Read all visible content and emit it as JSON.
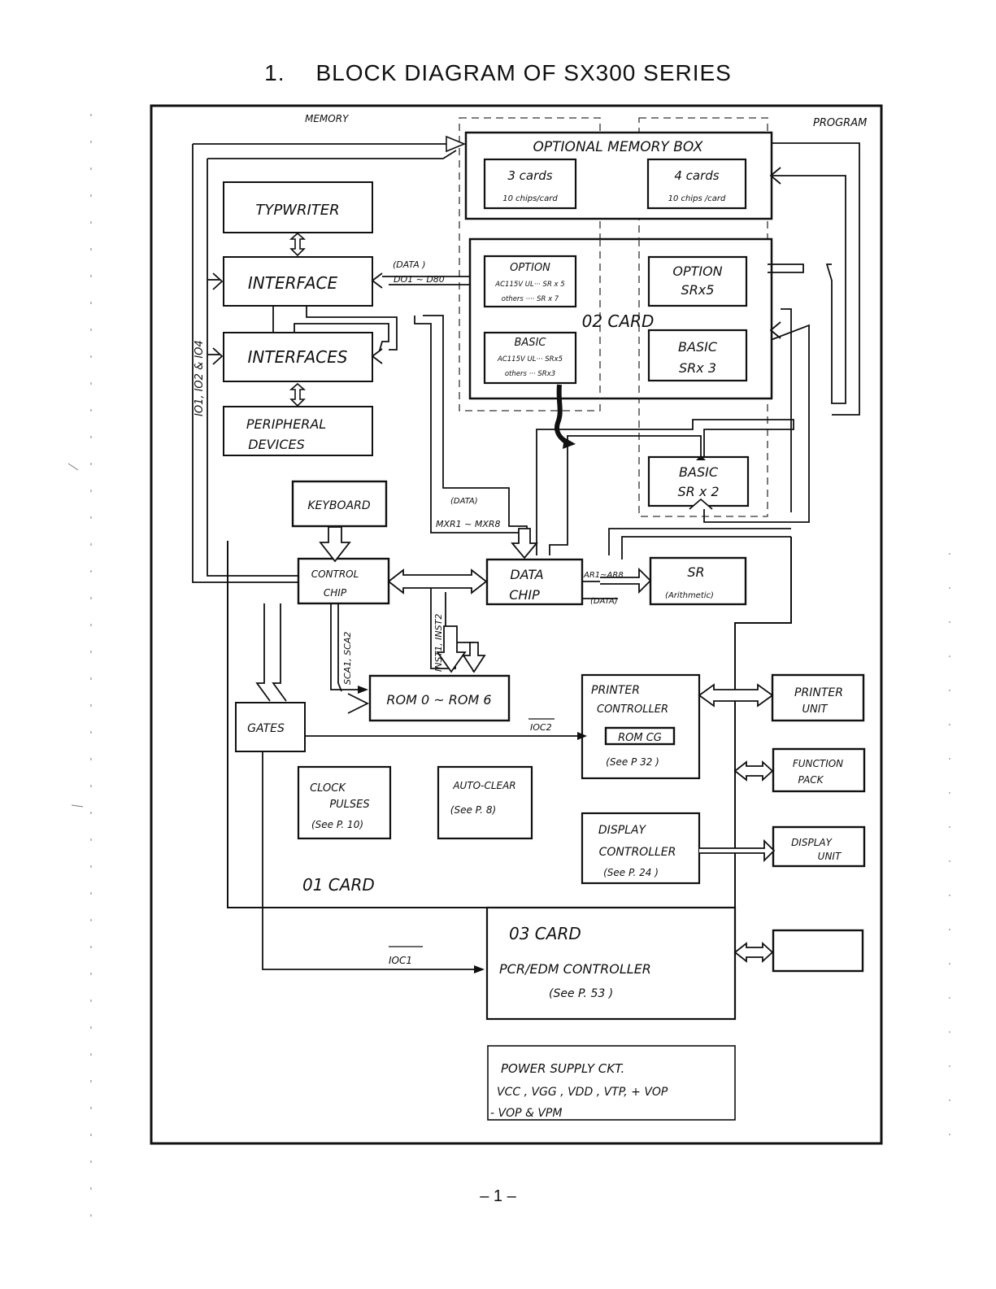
{
  "title": {
    "number": "1.",
    "text": "BLOCK DIAGRAM OF SX300 SERIES"
  },
  "top_labels": {
    "memory": "MEMORY",
    "program": "PROGRAM"
  },
  "optional_memory_box": {
    "title": "OPTIONAL  MEMORY  BOX",
    "left_cards": "3  cards",
    "left_chips": "10  chips/card",
    "right_cards": "4  cards",
    "right_chips": "10 chips /card"
  },
  "card02": {
    "title": "02  CARD",
    "option_left": {
      "title": "OPTION",
      "line1": "AC115V  UL··· SR x 5",
      "line2": "others ····  SR x 7"
    },
    "basic_left": {
      "title": "BASIC",
      "line1": "AC115V UL··· SRx5",
      "line2": "others ···  SRx3"
    },
    "option_right": {
      "title": "OPTION",
      "sub": "SRx5"
    },
    "basic_right": {
      "title": "BASIC",
      "sub": "SRx 3"
    }
  },
  "basic_srx2": {
    "title": "BASIC",
    "sub": "SR x 2"
  },
  "typewriter": "TYPWRITER",
  "interface": "INTERFACE",
  "interfaces": "INTERFACES",
  "peripheral": {
    "line1": "PERIPHERAL",
    "line2": "DEVICES"
  },
  "keyboard": "KEYBOARD",
  "control_chip": {
    "line1": "CONTROL",
    "line2": "CHIP"
  },
  "data_chip": {
    "line1": "DATA",
    "line2": "CHIP"
  },
  "sr": {
    "title": "SR",
    "sub": "(Arithmetic)"
  },
  "rom": "ROM 0 ~ ROM 6",
  "gates": "GATES",
  "clock": {
    "line1": "CLOCK",
    "line2": "PULSES",
    "line3": "(See P. 10)"
  },
  "auto_clear": {
    "line1": "AUTO-CLEAR",
    "line2": "(See P. 8)"
  },
  "printer_controller": {
    "line1": "PRINTER",
    "line2": "CONTROLLER",
    "rom_cg": "ROM CG",
    "see": "(See P 32 )"
  },
  "display_controller": {
    "line1": "DISPLAY",
    "line2": "CONTROLLER",
    "see": "(See P. 24 )"
  },
  "printer_unit": {
    "line1": "PRINTER",
    "line2": "UNIT"
  },
  "function_pack": {
    "line1": "FUNCTION",
    "line2": "PACK"
  },
  "display_unit": {
    "line1": "DISPLAY",
    "line2": "UNIT"
  },
  "card01": "01  CARD",
  "card03": {
    "title": "03  CARD",
    "line1": "PCR/EDM  CONTROLLER",
    "see": "(See  P. 53 )"
  },
  "power_supply": {
    "line1": "POWER  SUPPLY  CKT.",
    "line2": "VCC ,  VGG ,   VDD ,   VTP,  + VOP",
    "line3": "- VOP &  VPM"
  },
  "signals": {
    "data_upper": "(DATA )",
    "do_db": "DO1 ~ D80",
    "io_bus": "IO1,  IO2 & IO4",
    "data_mid": "(DATA)",
    "mxr": "MXR1 ~ MXR8",
    "ar": "AR1~AR8",
    "data_ar": "(DATA)",
    "inst": "INST1, INST2",
    "sca": "SCA1, SCA2",
    "ioc2": "IOC2",
    "ioc1": "IOC1"
  },
  "page_number": "– 1 –"
}
